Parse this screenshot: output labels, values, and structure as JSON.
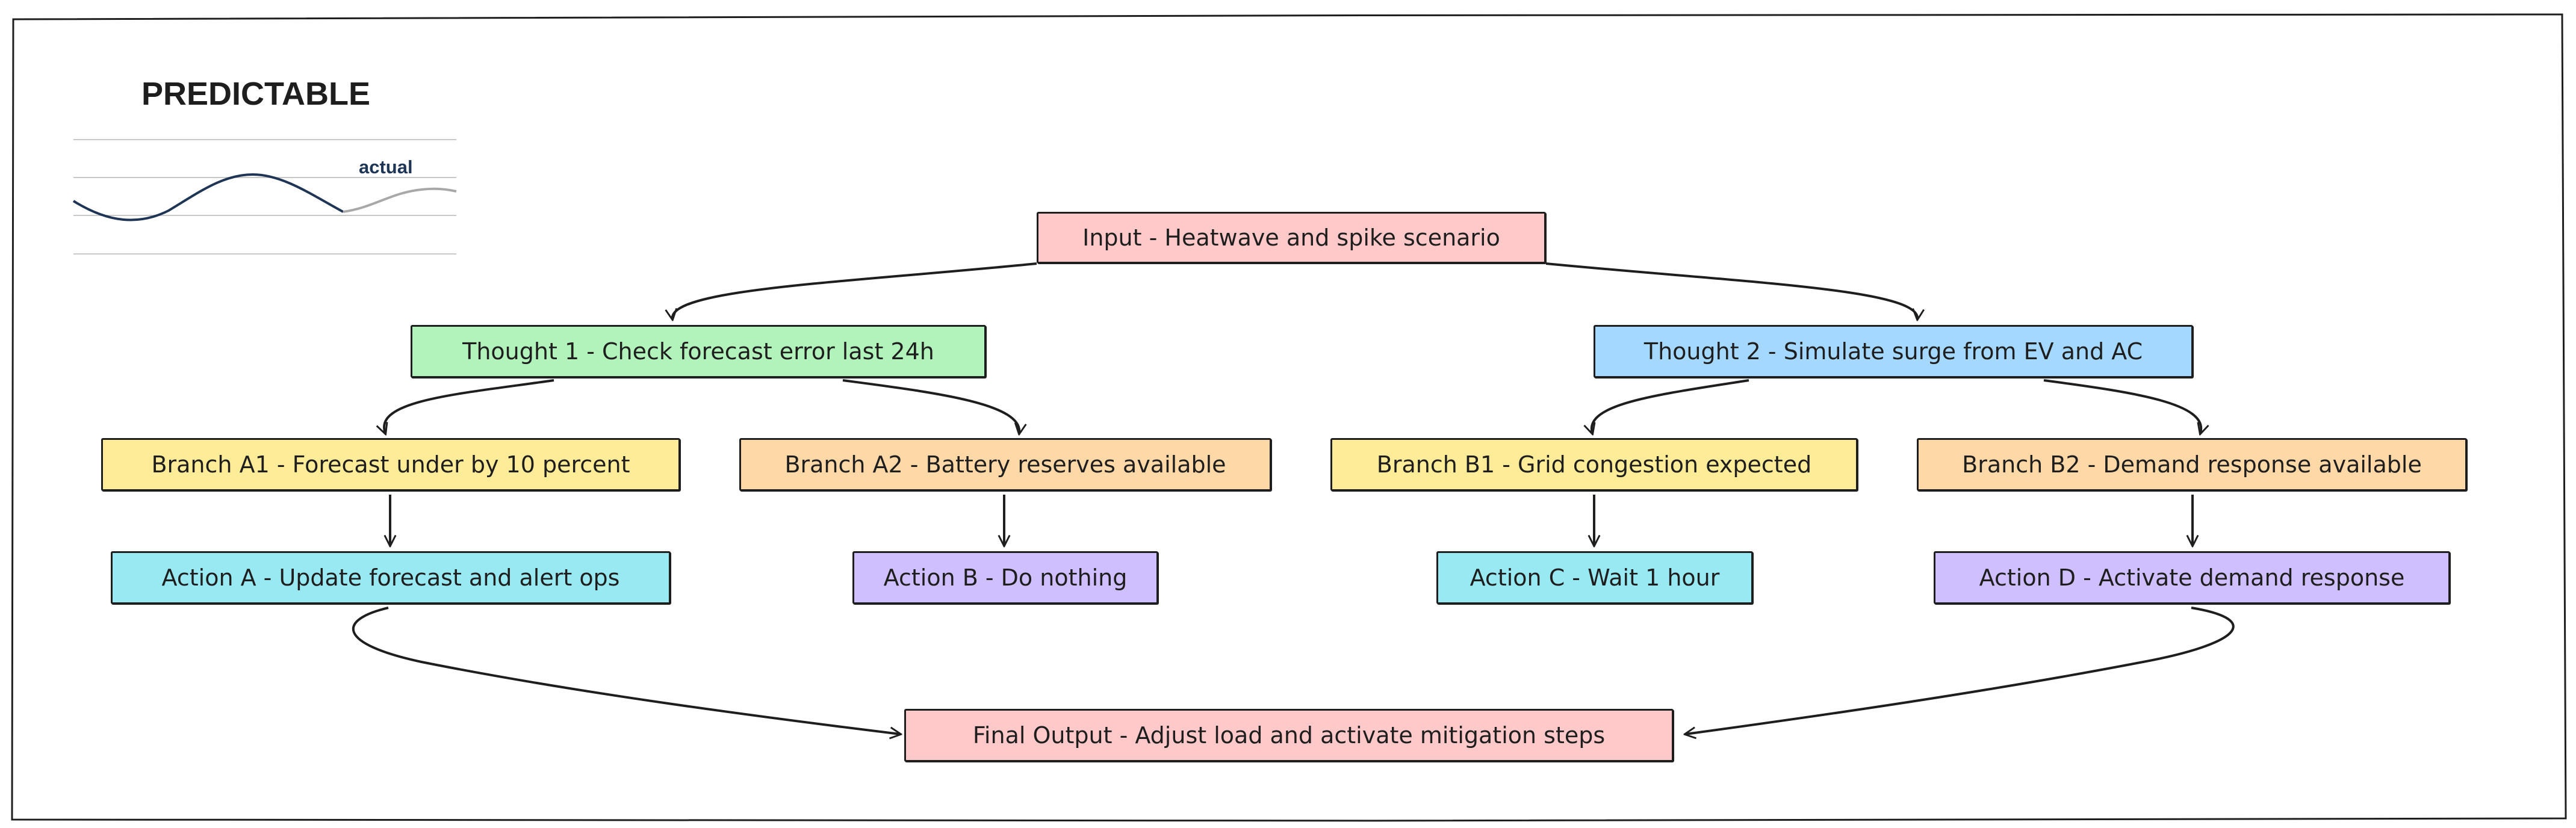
{
  "legend": {
    "title": "PREDICTABLE",
    "series_label": "actual",
    "colors": {
      "actual": "#1f3556",
      "forecast": "#a8a8a8",
      "grid": "#c8c8c8"
    }
  },
  "nodes": {
    "input": {
      "label": "Input - Heatwave and spike scenario",
      "color": "#ffc9c9"
    },
    "thought1": {
      "label": "Thought 1 - Check forecast error last 24h",
      "color": "#b2f2bb"
    },
    "thought2": {
      "label": "Thought 2 - Simulate surge from EV and AC",
      "color": "#a5d8ff"
    },
    "branch_a1": {
      "label": "Branch A1 - Forecast under by 10 percent",
      "color": "#ffec99"
    },
    "branch_a2": {
      "label": "Branch A2 - Battery reserves available",
      "color": "#ffd8a8"
    },
    "branch_b1": {
      "label": "Branch B1 - Grid congestion expected",
      "color": "#ffec99"
    },
    "branch_b2": {
      "label": "Branch B2 - Demand response available",
      "color": "#ffd8a8"
    },
    "action_a": {
      "label": "Action A - Update forecast and alert ops",
      "color": "#99e9f2"
    },
    "action_b": {
      "label": "Action B - Do nothing",
      "color": "#d0bfff"
    },
    "action_c": {
      "label": "Action C - Wait 1 hour",
      "color": "#99e9f2"
    },
    "action_d": {
      "label": "Action D - Activate demand response",
      "color": "#d0bfff"
    },
    "final_output": {
      "label": "Final Output - Adjust load and activate mitigation steps",
      "color": "#ffc9c9"
    }
  }
}
